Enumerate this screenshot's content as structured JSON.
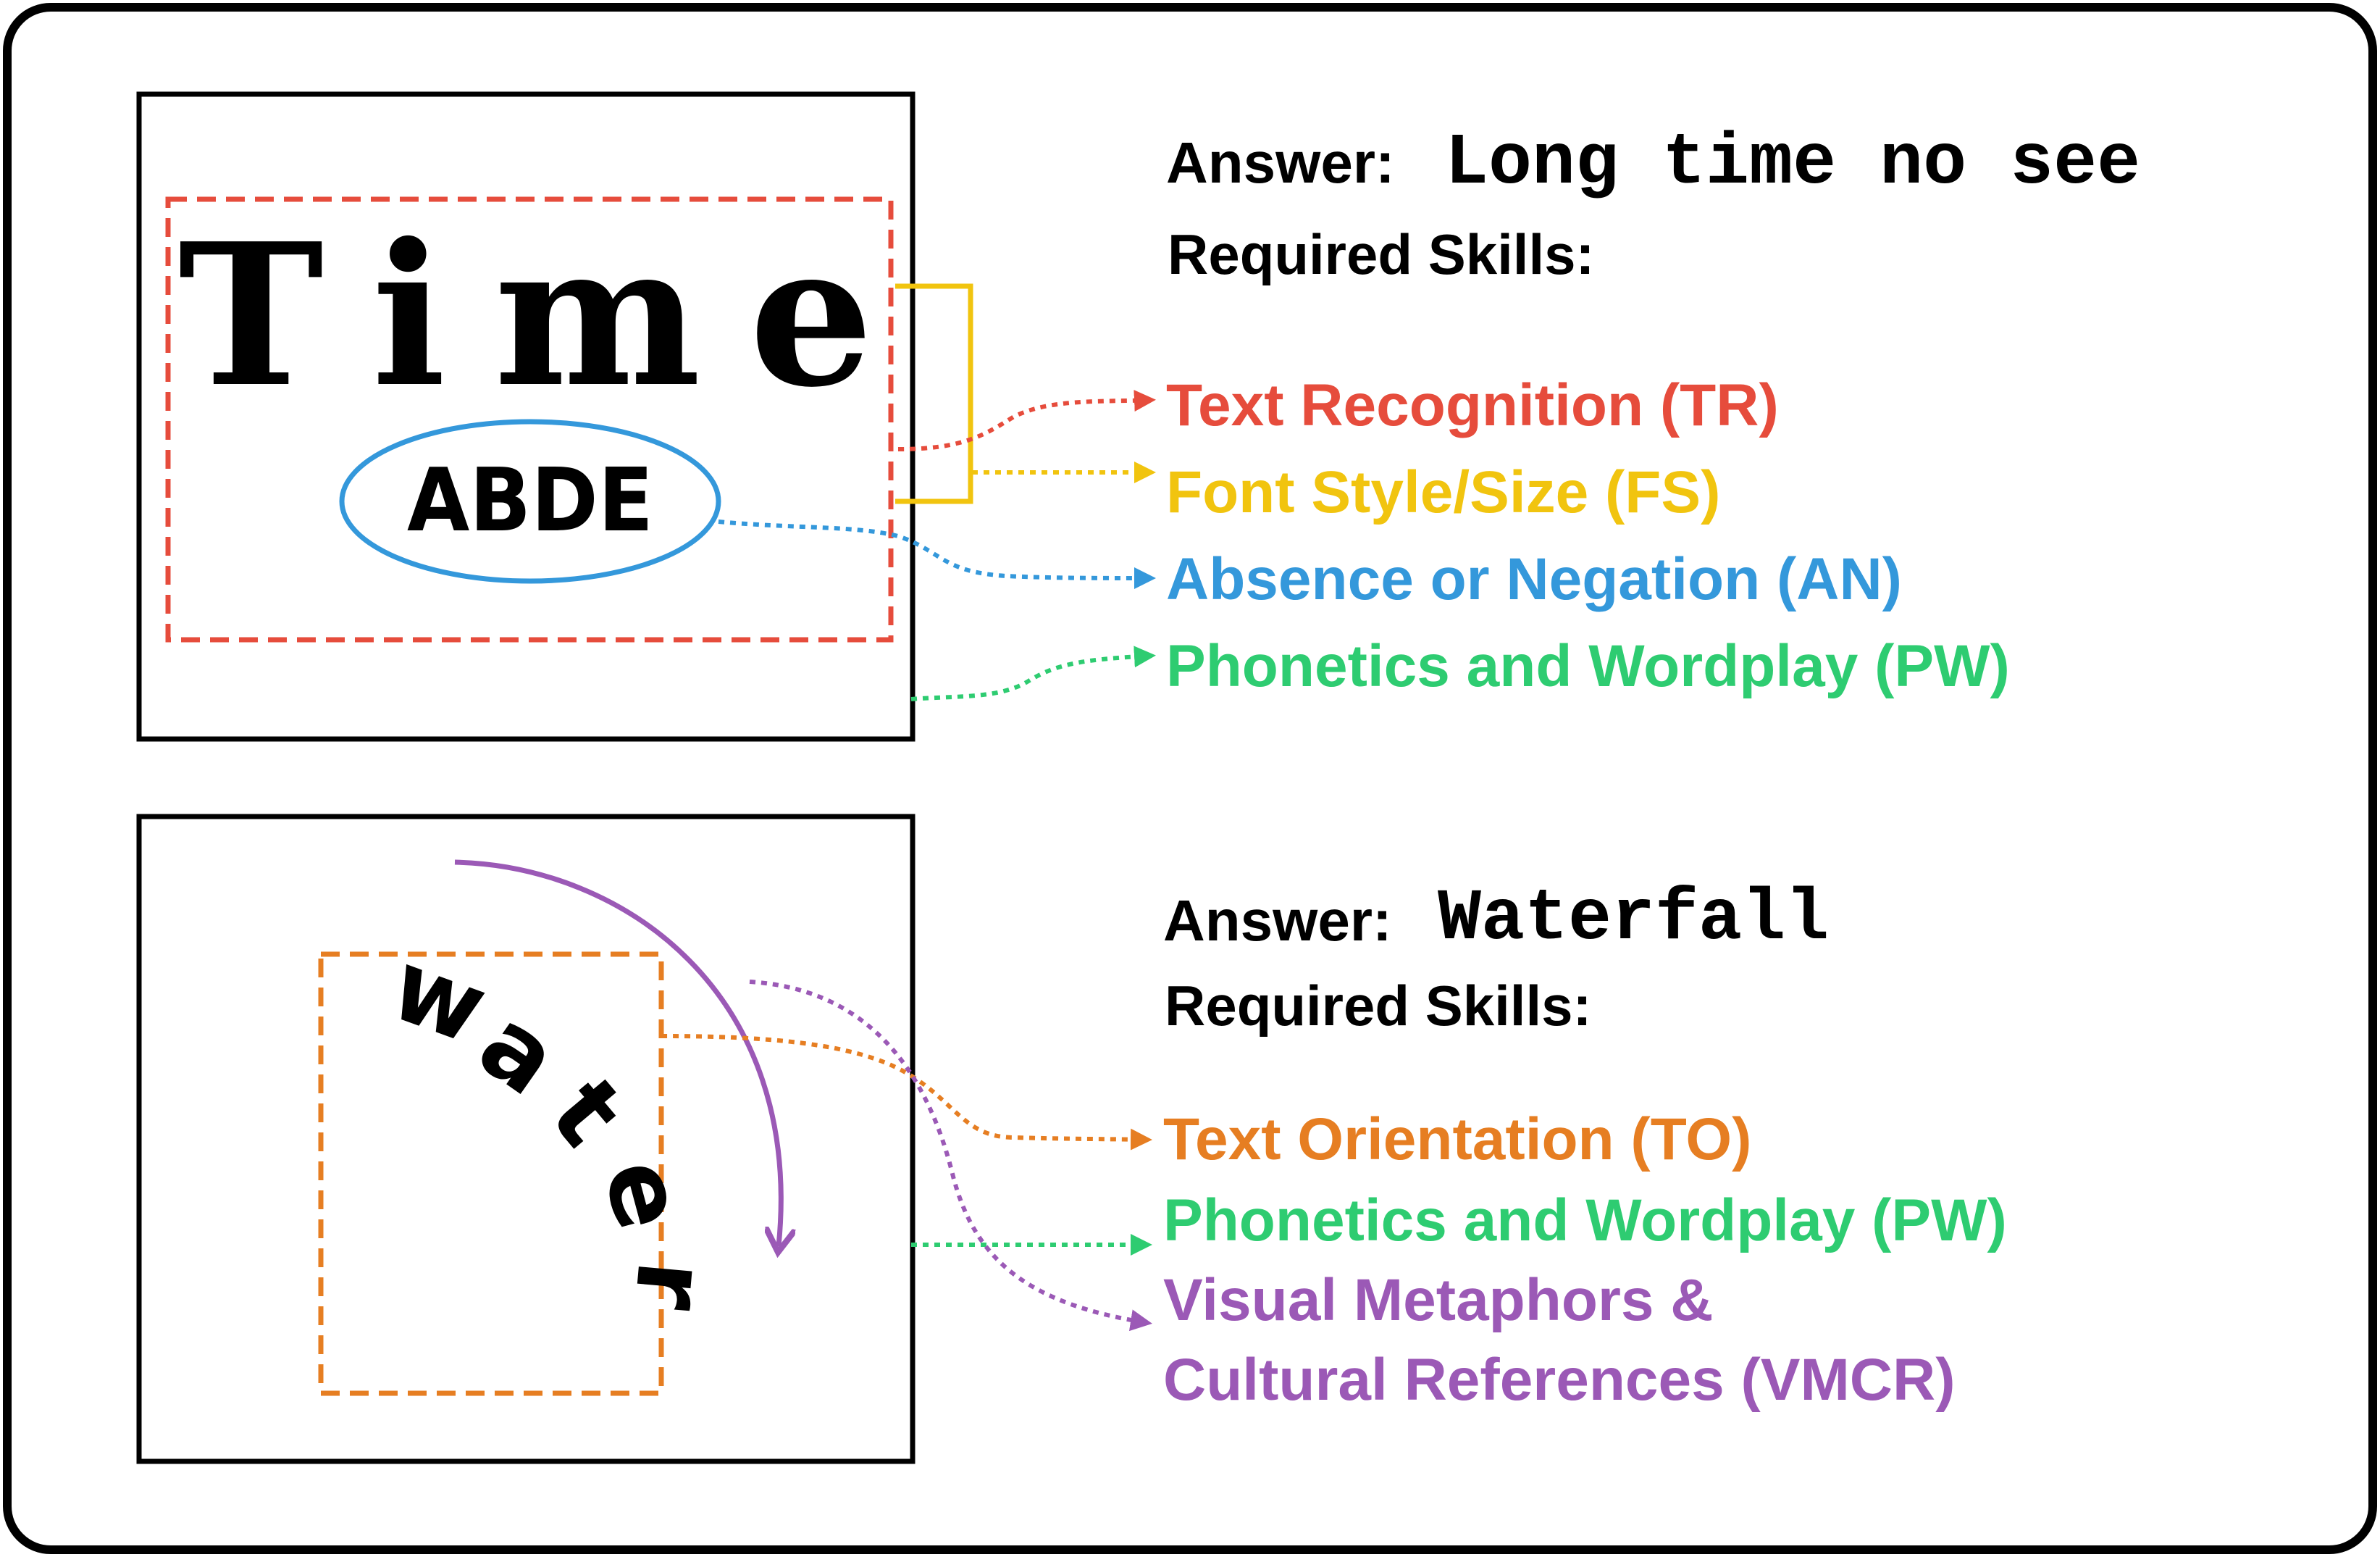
{
  "colors": {
    "red": "#E64C3C",
    "yellow": "#F1C40F",
    "blue": "#3498DB",
    "green": "#2ECC71",
    "orange": "#E67E22",
    "purple": "#9B59B6",
    "black": "#000000"
  },
  "example1": {
    "image_word": "T i m e",
    "image_subword": "ABDE",
    "answer_label": "Answer:",
    "answer_value": "Long time no see",
    "skills_label": "Required Skills:",
    "skills": [
      {
        "label": "Text Recognition (TR)",
        "color": "red"
      },
      {
        "label": "Font Style/Size (FS)",
        "color": "yellow"
      },
      {
        "label": "Absence or Negation (AN)",
        "color": "blue"
      },
      {
        "label": "Phonetics and Wordplay (PW)",
        "color": "green"
      }
    ]
  },
  "example2": {
    "image_letters": [
      "w",
      "a",
      "t",
      "e",
      "r"
    ],
    "answer_label": "Answer:",
    "answer_value": "Waterfall",
    "skills_label": "Required Skills:",
    "skills": [
      {
        "label": "Text Orientation (TO)",
        "color": "orange"
      },
      {
        "label": "Phonetics and Wordplay (PW)",
        "color": "green"
      },
      {
        "label": "Visual Metaphors &",
        "color": "purple"
      },
      {
        "label": "Cultural References (VMCR)",
        "color": "purple"
      }
    ]
  }
}
